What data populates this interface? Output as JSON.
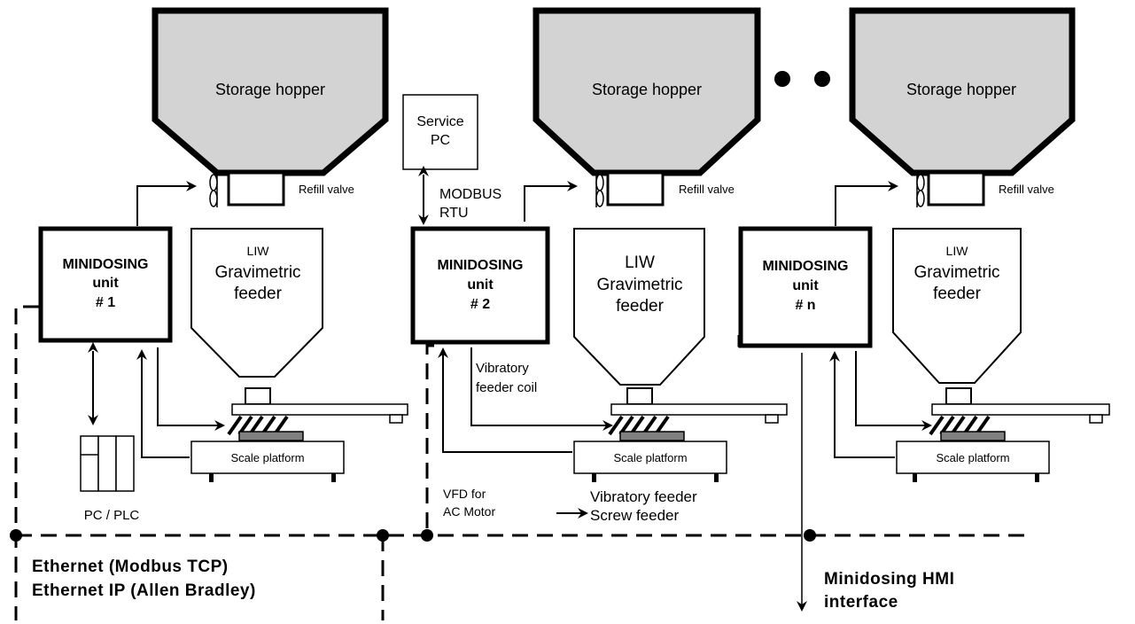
{
  "hoppers": [
    {
      "label": "Storage hopper",
      "valve_label": "Refill valve"
    },
    {
      "label": "Storage hopper",
      "valve_label": "Refill valve"
    },
    {
      "label": "Storage hopper",
      "valve_label": "Refill valve"
    }
  ],
  "units": [
    {
      "line1": "MINIDOSING",
      "line2": "unit",
      "line3": "# 1"
    },
    {
      "line1": "MINIDOSING",
      "line2": "unit",
      "line3": "# 2"
    },
    {
      "line1": "MINIDOSING",
      "line2": "unit",
      "line3": "# n"
    }
  ],
  "feeders": [
    {
      "line1": "LIW",
      "line2": "Gravimetric",
      "line3": "feeder"
    },
    {
      "line1": "LIW",
      "line2": "Gravimetric",
      "line3": "feeder"
    },
    {
      "line1": "LIW",
      "line2": "Gravimetric",
      "line3": "feeder"
    }
  ],
  "scale_label": "Scale platform",
  "service_pc": {
    "line1": "Service",
    "line2": "PC"
  },
  "modbus": {
    "line1": "MODBUS",
    "line2": "RTU"
  },
  "plc_label": "PC / PLC",
  "vib_coil": {
    "line1": "Vibratory",
    "line2": "feeder coil"
  },
  "vfd": {
    "line1": "VFD for",
    "line2": "AC Motor"
  },
  "feeder_types": {
    "line1": "Vibratory feeder",
    "line2": "Screw feeder"
  },
  "ethernet": {
    "line1": "Ethernet (Modbus TCP)",
    "line2": "Ethernet IP (Allen Bradley)"
  },
  "hmi": {
    "line1": "Minidosing HMI",
    "line2": "interface"
  },
  "colors": {
    "hopper_fill": "#d3d3d3",
    "scale_pad": "#808080",
    "line": "#000000"
  }
}
